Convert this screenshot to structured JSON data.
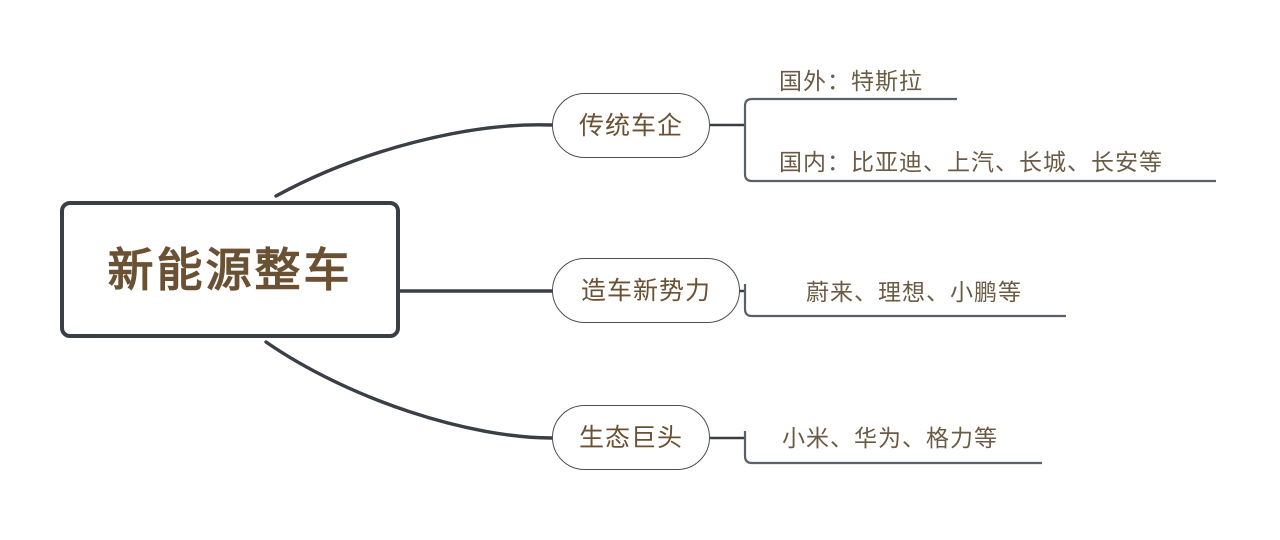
{
  "diagram": {
    "title": "新能源整车",
    "type": "mind-map",
    "colors": {
      "background": "#ffffff",
      "node_text": "#6b5133",
      "leaf_text": "#6b5a44",
      "root_border": "#3a3f45",
      "pill_border": "#4a4f55",
      "connector": "#3a3f45",
      "underline": "#5a6068"
    },
    "root": {
      "label": "新能源整车"
    },
    "branches": [
      {
        "id": "traditional-automakers",
        "label": "传统车企",
        "leaves": [
          {
            "id": "overseas",
            "label": "国外：特斯拉"
          },
          {
            "id": "domestic",
            "label": "国内：比亚迪、上汽、长城、长安等"
          }
        ]
      },
      {
        "id": "new-forces",
        "label": "造车新势力",
        "leaves": [
          {
            "id": "new-forces-list",
            "label": "蔚来、理想、小鹏等"
          }
        ]
      },
      {
        "id": "ecosystem-giants",
        "label": "生态巨头",
        "leaves": [
          {
            "id": "ecosystem-list",
            "label": "小米、华为、格力等"
          }
        ]
      }
    ]
  }
}
